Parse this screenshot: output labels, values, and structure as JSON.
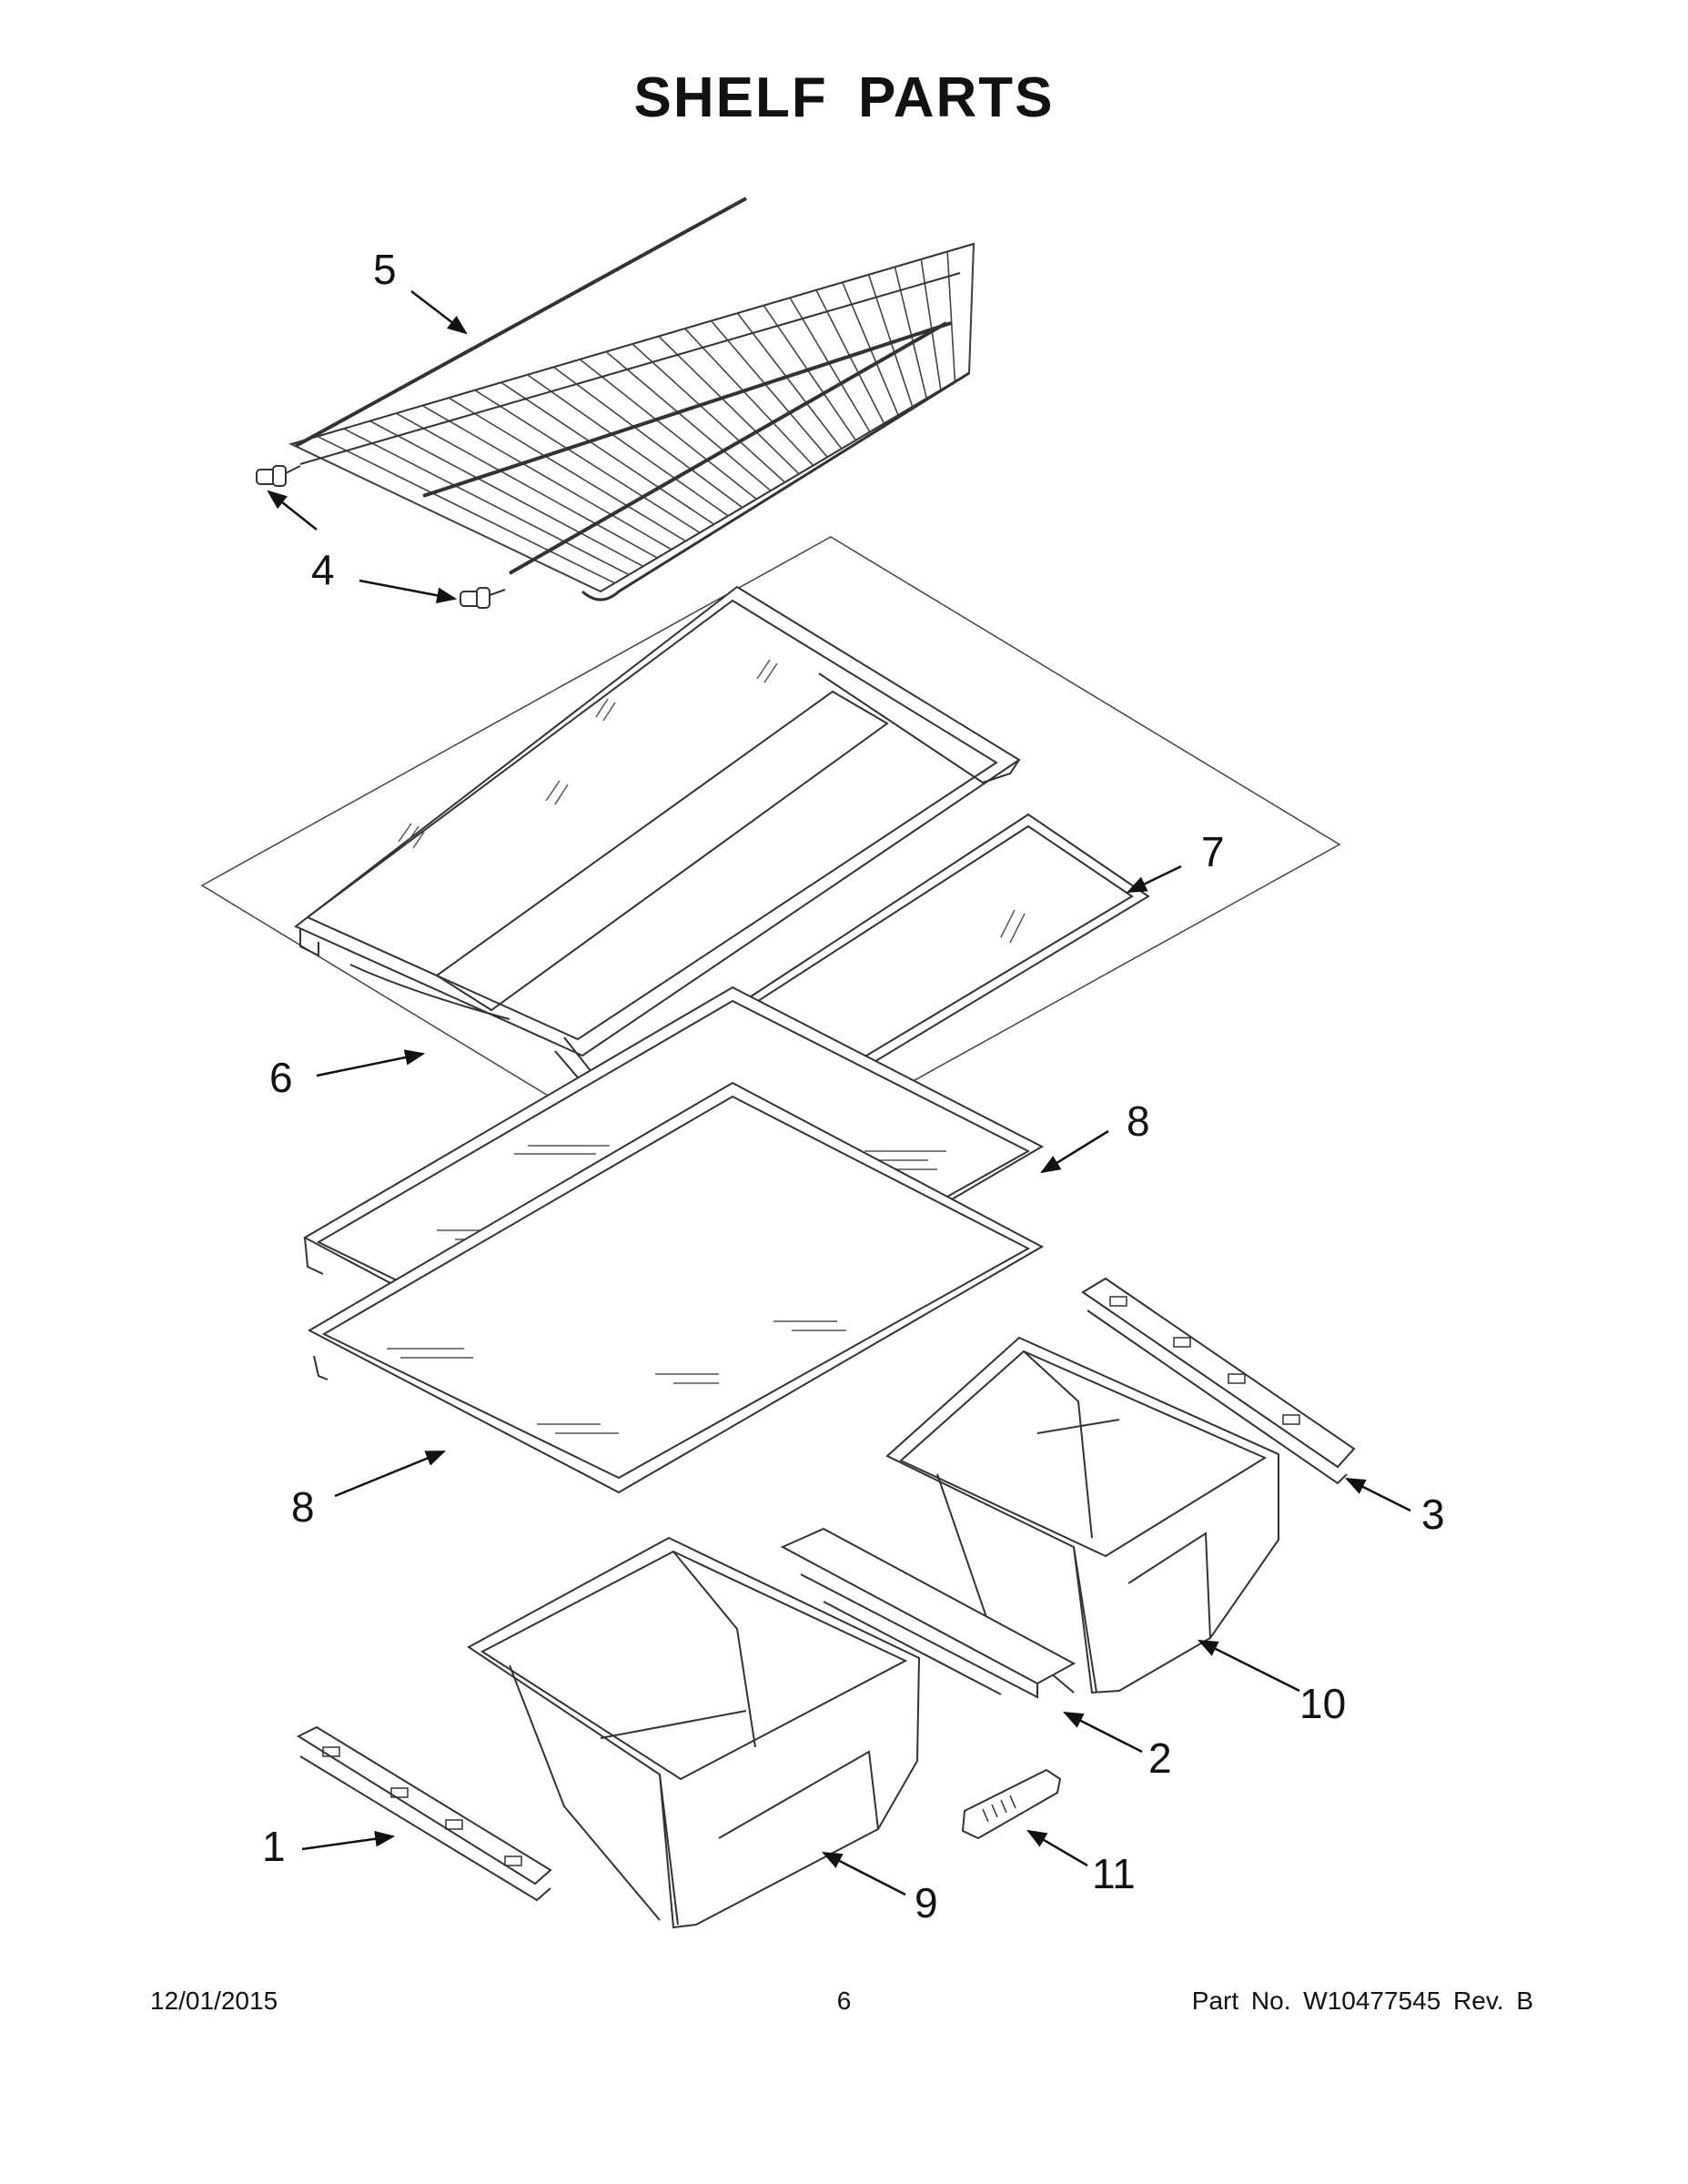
{
  "title": "SHELF PARTS",
  "callouts": [
    "1",
    "2",
    "3",
    "4",
    "4",
    "5",
    "6",
    "7",
    "8",
    "8",
    "9",
    "10",
    "11"
  ],
  "footer": {
    "date": "12/01/2015",
    "page": "6",
    "part_no": "Part No.  W10477545  Rev.  B"
  }
}
